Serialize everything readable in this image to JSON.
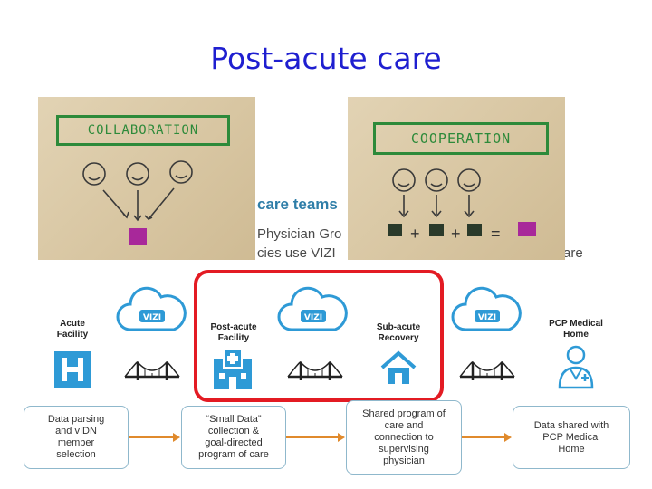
{
  "title": "Post-acute care",
  "photos": {
    "left": {
      "board_text": "COLLABORATION"
    },
    "right": {
      "board_text": "COOPERATION",
      "equation": [
        "+",
        "+",
        "="
      ]
    }
  },
  "background_text": {
    "teams": "care teams",
    "physician": "Physician Gro",
    "agencies": "cies use VIZI",
    "care": "are"
  },
  "vizi_label": "VIZI",
  "nodes": [
    {
      "label": "Acute\nFacility",
      "icon": "hospital-h-icon"
    },
    {
      "label": "Post-acute\nFacility",
      "icon": "clinic-building-icon"
    },
    {
      "label": "Sub-acute\nRecovery",
      "icon": "house-icon"
    },
    {
      "label": "PCP Medical\nHome",
      "icon": "doctor-icon"
    }
  ],
  "steps": [
    "Data parsing\nand vIDN\nmember\nselection",
    "“Small Data”\ncollection &\ngoal-directed\nprogram of care",
    "Shared program of\ncare and\nconnection to\nsupervising\nphysician",
    "Data shared with\nPCP Medical\nHome"
  ],
  "colors": {
    "title": "#1f1fd0",
    "cloud": "#2e9ad6",
    "vizi_badge": "#2e9ad6",
    "step_border": "#8fb8cc",
    "arrow": "#e08a2c",
    "highlight": "#e31b23",
    "board": "#2d8a3a",
    "square": "#a8289a"
  }
}
